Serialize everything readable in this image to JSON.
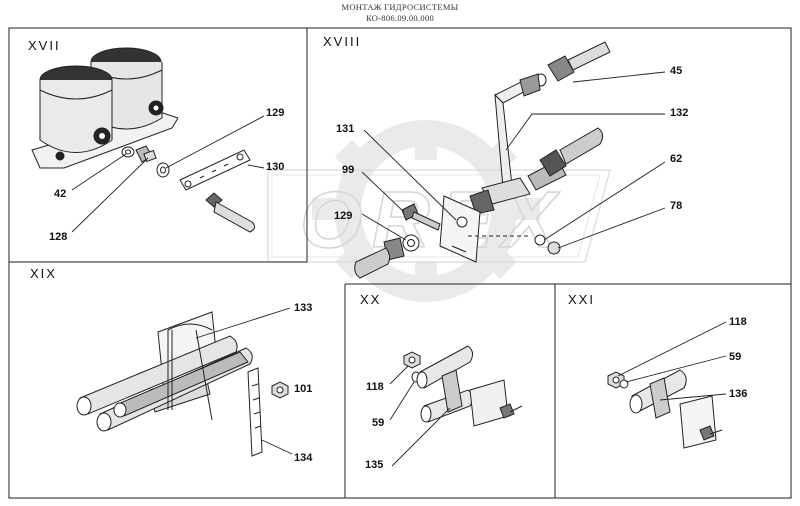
{
  "header": {
    "title": "МОНТАЖ ГИДРОСИСТЕМЫ",
    "code": "КО-806.09.00.000"
  },
  "watermark": "OREX",
  "views": [
    {
      "numeral": "XVII",
      "callouts": [
        "129",
        "130",
        "42",
        "128"
      ]
    },
    {
      "numeral": "XVIII",
      "callouts": [
        "45",
        "132",
        "131",
        "99",
        "129",
        "62",
        "78"
      ]
    },
    {
      "numeral": "XIX",
      "callouts": [
        "133",
        "101",
        "134"
      ]
    },
    {
      "numeral": "XX",
      "callouts": [
        "118",
        "59",
        "135"
      ]
    },
    {
      "numeral": "XXI",
      "callouts": [
        "118",
        "59",
        "136"
      ]
    }
  ]
}
